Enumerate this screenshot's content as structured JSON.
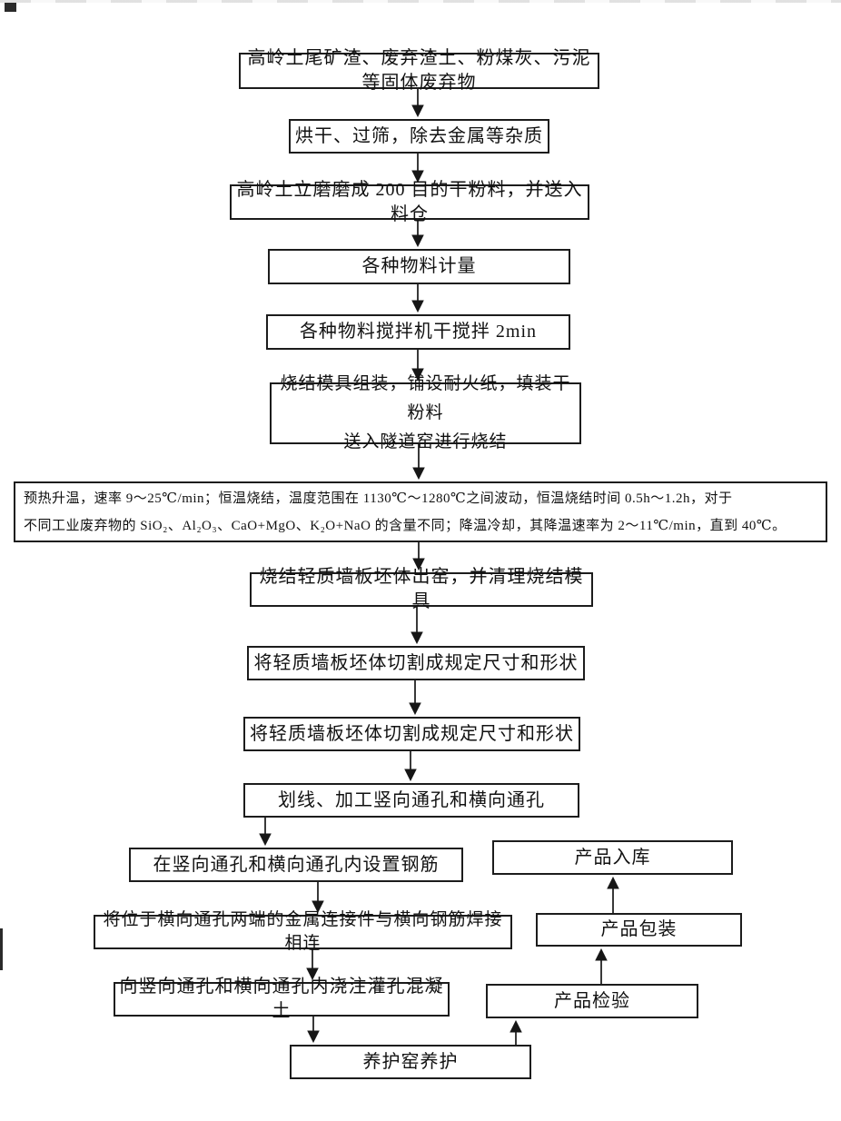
{
  "nodes": [
    {
      "id": "raw-materials",
      "label": "高岭土尾矿渣、废弃渣土、粉煤灰、污泥等固体废弃物"
    },
    {
      "id": "drying-sieving",
      "label": "烘干、过筛，除去金属等杂质"
    },
    {
      "id": "grinding",
      "label": "高岭土立磨磨成 200 目的干粉料，并送入料仓"
    },
    {
      "id": "measuring",
      "label": "各种物料计量"
    },
    {
      "id": "dry-mixing",
      "label": "各种物料搅拌机干搅拌 2min"
    },
    {
      "id": "mold-assembly",
      "label": "烧结模具组装，铺设耐火纸，填装干粉料\n送入隧道窑进行烧结"
    },
    {
      "id": "sintering-process",
      "label": "预热升温，速率 9～25℃/min；恒温烧结，温度范围在 1130℃～1280℃之间波动，恒温烧结时间 0.5h～1.2h，对于\n不同工业废弃物的 SiO₂、Al₂O₃、CaO+MgO、K₂O+NaO 的含量不同；降温冷却，其降温速率为 2～11℃/min，直到 40℃。"
    },
    {
      "id": "kiln-exit",
      "label": "烧结轻质墙板坯体出窑，并清理烧结模具"
    },
    {
      "id": "cutting-1",
      "label": "将轻质墙板坯体切割成规定尺寸和形状"
    },
    {
      "id": "cutting-2",
      "label": "将轻质墙板坯体切割成规定尺寸和形状"
    },
    {
      "id": "scribing-holes",
      "label": "划线、加工竖向通孔和横向通孔"
    },
    {
      "id": "rebar-placement",
      "label": "在竖向通孔和横向通孔内设置钢筋"
    },
    {
      "id": "welding-connectors",
      "label": "将位于横向通孔两端的金属连接件与横向钢筋焊接相连"
    },
    {
      "id": "concrete-pouring",
      "label": "向竖向通孔和横向通孔内浇注灌孔混凝土"
    },
    {
      "id": "curing-kiln",
      "label": "养护窑养护"
    },
    {
      "id": "product-inspection",
      "label": "产品检验"
    },
    {
      "id": "product-packaging",
      "label": "产品包装"
    },
    {
      "id": "product-storage",
      "label": "产品入库"
    }
  ],
  "edges": [
    {
      "from": "raw-materials",
      "to": "drying-sieving"
    },
    {
      "from": "drying-sieving",
      "to": "grinding"
    },
    {
      "from": "grinding",
      "to": "measuring"
    },
    {
      "from": "measuring",
      "to": "dry-mixing"
    },
    {
      "from": "dry-mixing",
      "to": "mold-assembly"
    },
    {
      "from": "mold-assembly",
      "to": "sintering-process"
    },
    {
      "from": "sintering-process",
      "to": "kiln-exit"
    },
    {
      "from": "kiln-exit",
      "to": "cutting-1"
    },
    {
      "from": "cutting-1",
      "to": "cutting-2"
    },
    {
      "from": "cutting-2",
      "to": "scribing-holes"
    },
    {
      "from": "scribing-holes",
      "to": "rebar-placement"
    },
    {
      "from": "rebar-placement",
      "to": "welding-connectors"
    },
    {
      "from": "welding-connectors",
      "to": "concrete-pouring"
    },
    {
      "from": "concrete-pouring",
      "to": "curing-kiln"
    },
    {
      "from": "curing-kiln",
      "to": "product-inspection"
    },
    {
      "from": "product-inspection",
      "to": "product-packaging"
    },
    {
      "from": "product-packaging",
      "to": "product-storage"
    }
  ],
  "colors": {
    "line": "#161616",
    "box_border": "#1c1c1c",
    "background": "#ffffff"
  }
}
